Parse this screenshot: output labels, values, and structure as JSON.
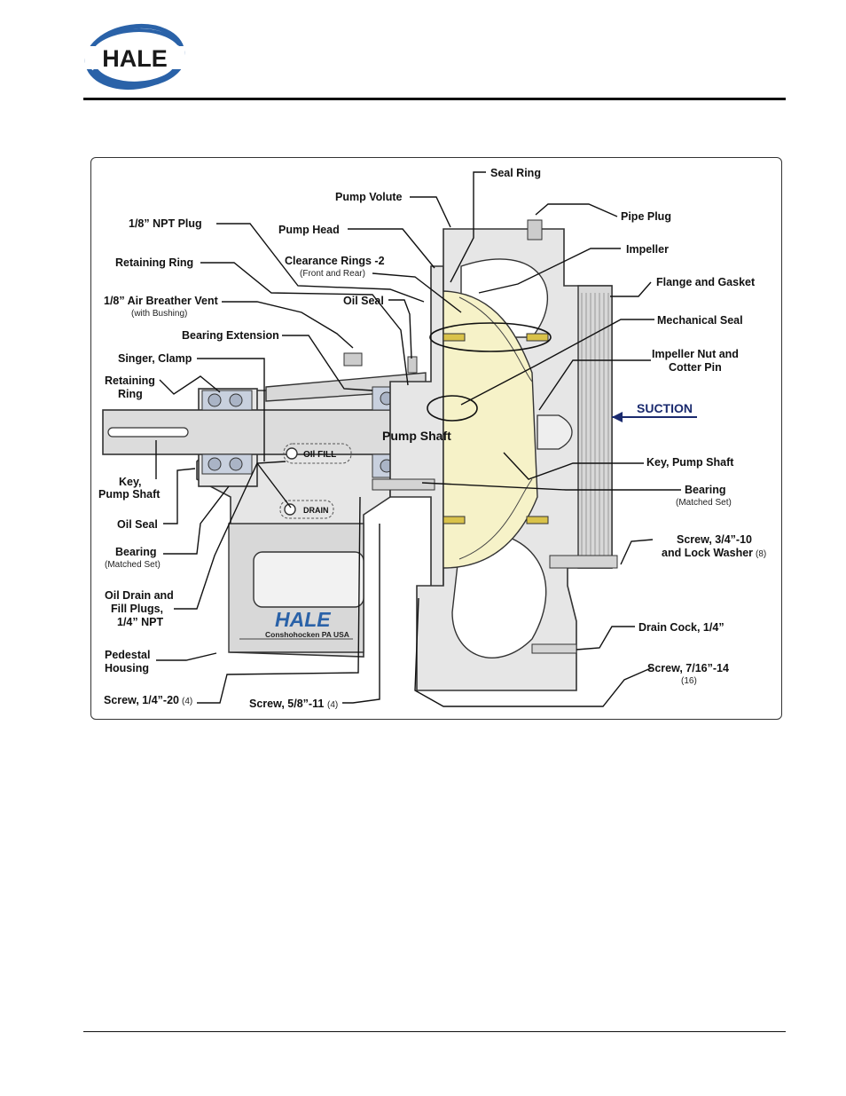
{
  "brand": {
    "logo_text": "HALE",
    "accent": "#2a62a8",
    "dark": "#1a1a1a"
  },
  "diagram": {
    "labels": {
      "seal_ring": "Seal Ring",
      "pump_volute": "Pump Volute",
      "pipe_plug": "Pipe Plug",
      "npt_plug": "1/8” NPT Plug",
      "pump_head": "Pump Head",
      "impeller": "Impeller",
      "retaining_ring_top": "Retaining Ring",
      "clearance_rings": "Clearance Rings -2",
      "clearance_rings_sub": "(Front and Rear)",
      "flange_gasket": "Flange and Gasket",
      "air_breather": "1/8” Air Breather Vent",
      "air_breather_sub": "(with Bushing)",
      "oil_seal_top": "Oil Seal",
      "mechanical_seal": "Mechanical Seal",
      "bearing_extension": "Bearing Extension",
      "impeller_nut_1": "Impeller Nut and",
      "impeller_nut_2": "Cotter Pin",
      "singer_clamp": "Singer, Clamp",
      "retaining_ring_left_1": "Retaining",
      "retaining_ring_left_2": "Ring",
      "suction": "SUCTION",
      "pump_shaft": "Pump Shaft",
      "oil_fill": "OIl FILL",
      "drain": "DRAIN",
      "key_shaft_left_1": "Key,",
      "key_shaft_left_2": "Pump Shaft",
      "key_shaft_right": "Key, Pump Shaft",
      "bearing_right": "Bearing",
      "bearing_right_sub": "(Matched Set)",
      "oil_seal_bottom": "Oil Seal",
      "bearing_left": "Bearing",
      "bearing_left_sub": "(Matched Set)",
      "screw_34_1": "Screw, 3/4”-10",
      "screw_34_2": "and Lock Washer",
      "screw_34_qty": "(8)",
      "oil_drain_1": "Oil Drain and",
      "oil_drain_2": "Fill Plugs,",
      "oil_drain_3": "1/4” NPT",
      "housing_brand": "HALE",
      "housing_city": "Conshohocken PA USA",
      "drain_cock": "Drain Cock, 1/4”",
      "pedestal_1": "Pedestal",
      "pedestal_2": "Housing",
      "screw_716": "Screw, 7/16”-14",
      "screw_716_qty": "(16)",
      "screw_14": "Screw, 1/4”-20",
      "screw_14_qty": "(4)",
      "screw_58": "Screw, 5/8”-11",
      "screw_58_qty": "(4)"
    }
  }
}
